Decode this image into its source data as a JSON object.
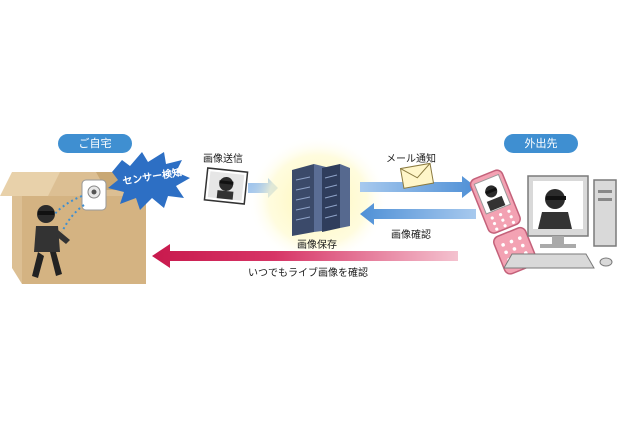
{
  "home_label": "ご自宅",
  "away_label": "外出先",
  "sensor_label": "センサー検知",
  "image_send_label": "画像送信",
  "image_save_label": "画像保存",
  "mail_notify_label": "メール通知",
  "image_check_label": "画像確認",
  "live_check_label": "いつでもライブ画像を確認",
  "colors": {
    "pill_blue": "#3f8fd1",
    "arrow_blue": "#5b9bd5",
    "arrow_red": "#c8194d",
    "house_tan": "#d9b98b",
    "server_glow": "#fff7b3"
  }
}
